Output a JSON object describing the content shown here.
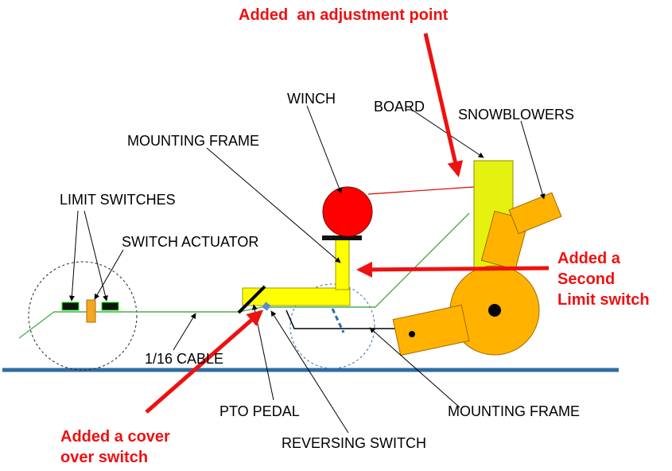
{
  "labels": {
    "winch": "WINCH",
    "board": "BOARD",
    "snowblowers": "SNOWBLOWERS",
    "mounting_frame_top": "MOUNTING FRAME",
    "limit_switches": "LIMIT SWITCHES",
    "switch_actuator": "SWITCH ACTUATOR",
    "cable": "1/16 CABLE",
    "pto_pedal": "PTO PEDAL",
    "mounting_frame_bottom": "MOUNTING FRAME",
    "reversing_switch": "REVERSING SWITCH"
  },
  "annotations": {
    "adjustment_point": "Added  an adjustment point",
    "second_limit_switch": [
      "Added a",
      "Second",
      "Limit switch"
    ],
    "cover_over_switch": [
      "Added a cover",
      "over switch"
    ]
  },
  "colors": {
    "annotation_red": "#ee1111",
    "ground_blue": "#2e6da4",
    "frame_yellow": "#ffff00",
    "snowblower_orange": "#ffb300",
    "winch_red": "#ff0000",
    "cable_green": "#4caf50"
  }
}
